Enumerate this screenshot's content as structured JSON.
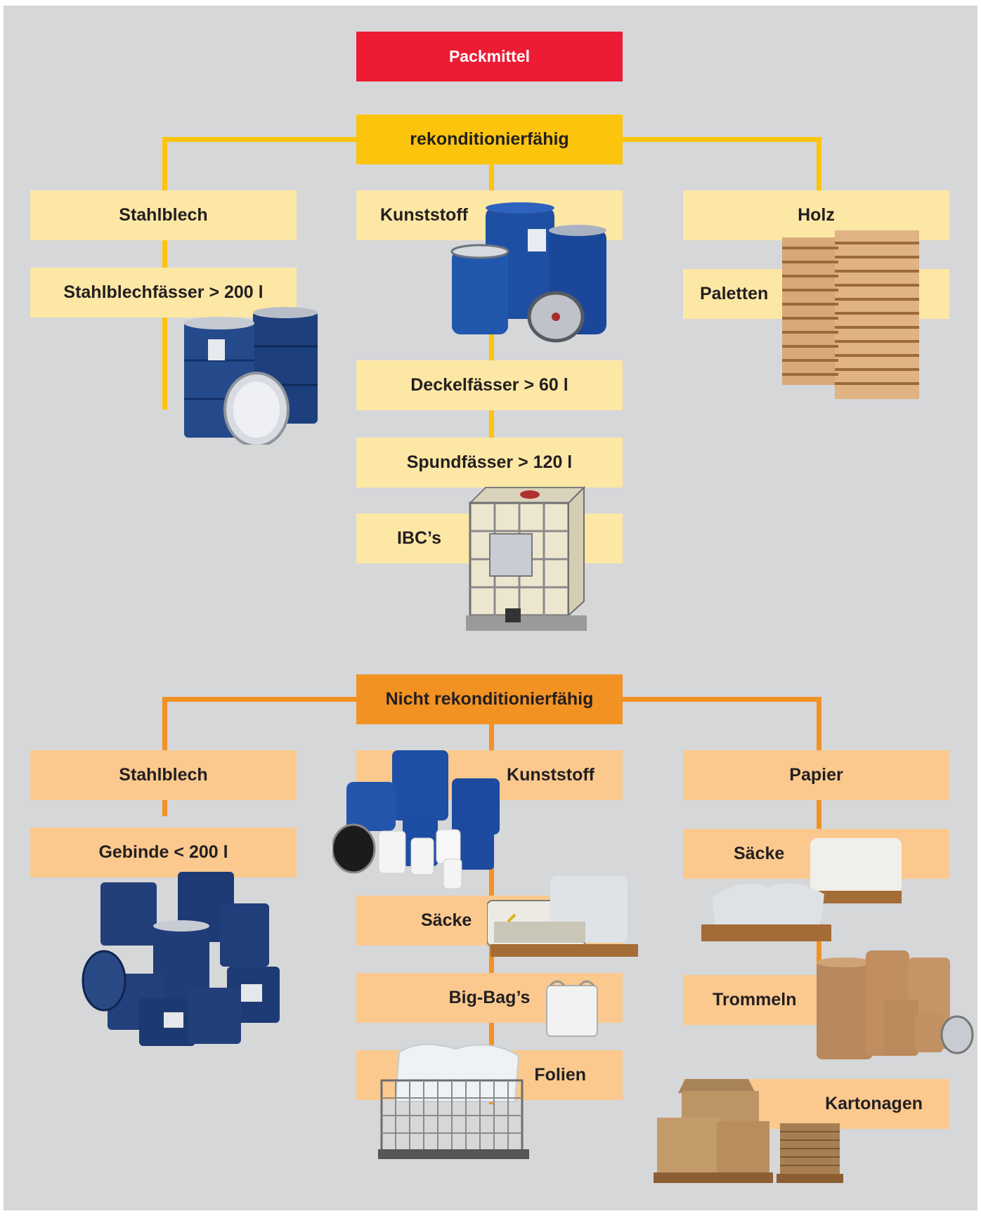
{
  "root": "Packmittel",
  "rekond": {
    "title": "rekonditionierfähig",
    "stahlblech": {
      "label": "Stahlblech",
      "child": "Stahlblechfässer > 200 l"
    },
    "kunststoff": {
      "label": "Kunststoff",
      "children": [
        "Deckelfässer > 60 l",
        "Spundfässer > 120 l",
        "IBC’s"
      ]
    },
    "holz": {
      "label": "Holz",
      "child": "Paletten"
    }
  },
  "nicht": {
    "title": "Nicht rekonditionierfähig",
    "stahlblech": {
      "label": "Stahlblech",
      "child": "Gebinde < 200 l"
    },
    "kunststoff": {
      "label": "Kunststoff",
      "children": [
        "Säcke",
        "Big-Bag’s",
        "Folien"
      ]
    },
    "papier": {
      "label": "Papier",
      "children": [
        "Säcke",
        "Trommeln",
        "Kartonagen"
      ]
    }
  },
  "colors": {
    "root": "#ed1b34",
    "rekond": "#fcc40c",
    "rekond_light": "#fde7a5",
    "nicht": "#f29223",
    "nicht_light": "#fbc98e",
    "background": "#d6d7d9"
  }
}
